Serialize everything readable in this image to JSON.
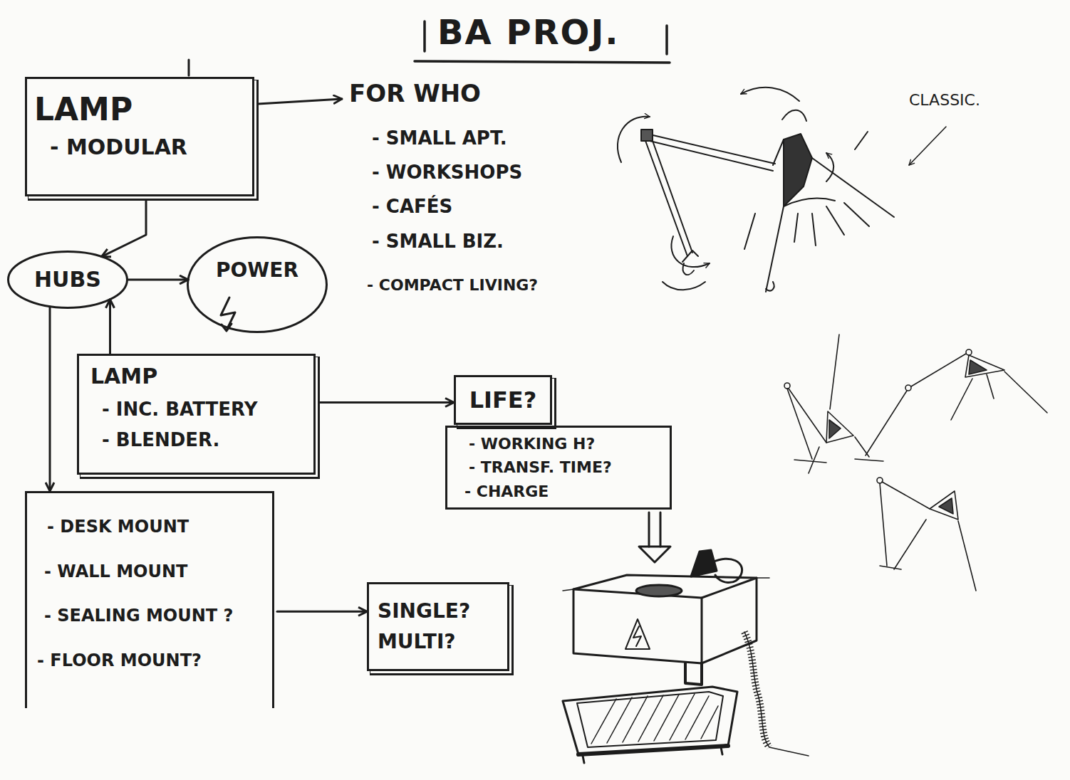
{
  "diagram": {
    "title": "BA PROJ.",
    "nodes": [
      {
        "text": [
          "LAMP",
          "- MODULAR"
        ]
      },
      {
        "text": [
          "HUBS"
        ]
      },
      {
        "text": [
          "POWER"
        ]
      },
      {
        "text": [
          "LAMP",
          "- INC. BATTERY",
          "- BLENDER."
        ]
      },
      {
        "text": [
          "LIFE?"
        ]
      },
      {
        "text": [
          "- WORKING H?",
          "- TRANSF. TIME?",
          "- CHARGE"
        ]
      },
      {
        "text": [
          "- DESK MOUNT",
          "- WALL MOUNT",
          "- SEALING MOUNT ?",
          "- FLOOR MOUNT?"
        ]
      },
      {
        "text": [
          "SINGLE?",
          "MULTI?"
        ]
      }
    ],
    "edges": [
      {
        "from": 0,
        "to": 1,
        "arrow": "to"
      },
      {
        "from": 1,
        "to": 2,
        "arrow": "to"
      },
      {
        "from": 3,
        "to": 1,
        "arrow": "to"
      },
      {
        "from": 1,
        "to": 6,
        "arrow": "to"
      },
      {
        "from": 3,
        "to": 4,
        "arrow": "to"
      },
      {
        "from": 6,
        "to": 7,
        "arrow": "to"
      }
    ],
    "labels": [
      "FOR WHO",
      "- SMALL APT.",
      "- WORKSHOPS",
      "- CAFÉS",
      "- SMALL BIZ.",
      "- COMPACT LIVING?",
      "CLASSIC."
    ]
  }
}
